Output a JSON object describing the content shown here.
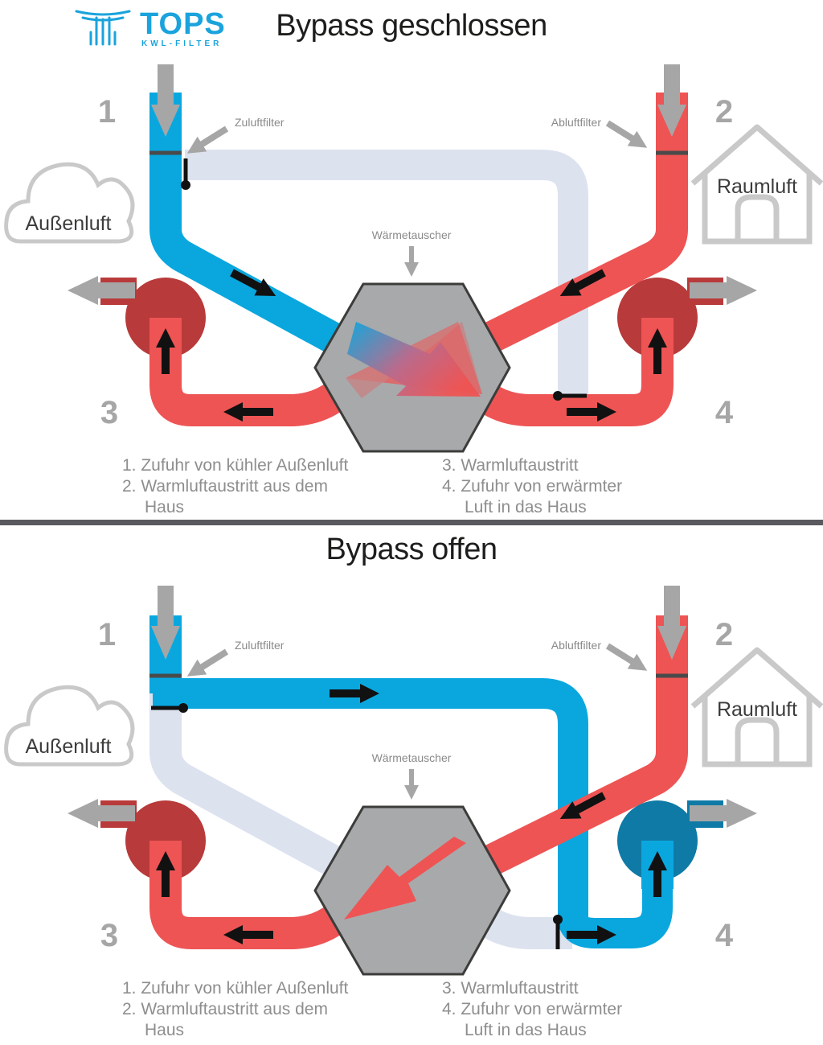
{
  "logo": {
    "name": "TOPS",
    "subtitle": "KWL-FILTER"
  },
  "colors": {
    "cold_air": "#0aa7df",
    "warm_air": "#ee5454",
    "inactive_duct": "#dde2ef",
    "fan_warm": "#b83a3a",
    "fan_cold": "#0f7aa6",
    "heat_exchanger": "#a8a9ab",
    "gray": "#a6a6a6"
  },
  "panels": [
    {
      "id": "closed",
      "title": "Bypass geschlossen",
      "numbers": [
        "1",
        "2",
        "3",
        "4"
      ],
      "supply_filter_label": "Zuluftfilter",
      "exhaust_filter_label": "Abluftfilter",
      "heat_exchanger_label": "Wärmetauscher",
      "outside_air_label": "Außenluft",
      "room_air_label": "Raumluft",
      "legend_left": [
        "1. Zufuhr von kühler Außenluft",
        "2. Warmluftaustritt aus dem",
        "Haus"
      ],
      "legend_right": [
        "3. Warmluftaustritt",
        "4. Zufuhr von erwärmter",
        "Luft in das Haus"
      ]
    },
    {
      "id": "open",
      "title": "Bypass offen",
      "numbers": [
        "1",
        "2",
        "3",
        "4"
      ],
      "supply_filter_label": "Zuluftfilter",
      "exhaust_filter_label": "Abluftfilter",
      "heat_exchanger_label": "Wärmetauscher",
      "outside_air_label": "Außenluft",
      "room_air_label": "Raumluft",
      "legend_left": [
        "1. Zufuhr von kühler Außenluft",
        "2. Warmluftaustritt aus dem",
        "Haus"
      ],
      "legend_right": [
        "3. Warmluftaustritt",
        "4. Zufuhr von erwärmter",
        "Luft in das Haus"
      ]
    }
  ]
}
